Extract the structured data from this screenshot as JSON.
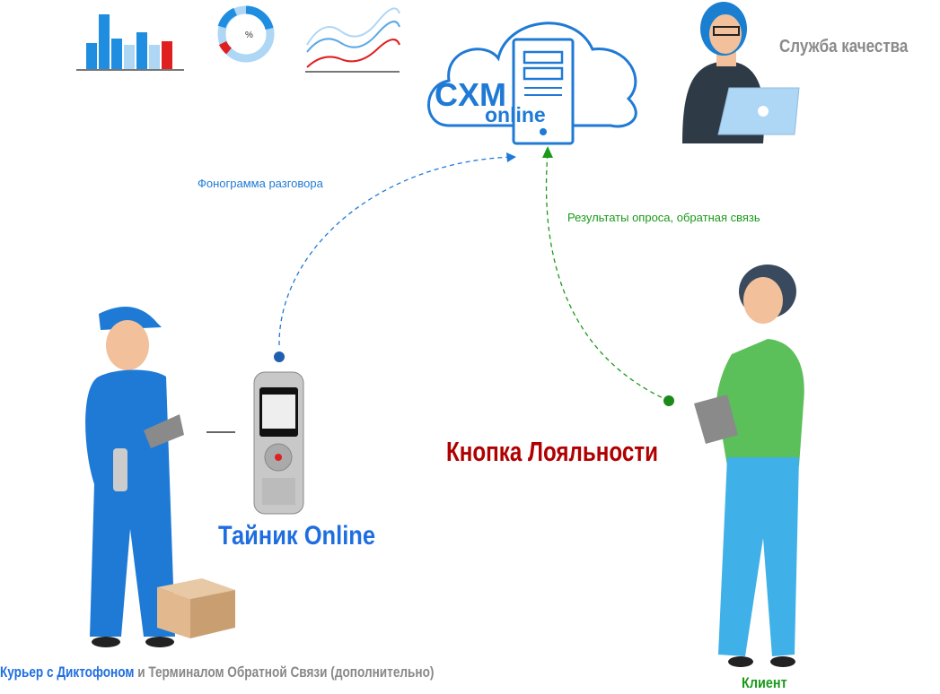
{
  "cloud": {
    "brand_top": "CXM",
    "brand_bottom": "online"
  },
  "labels": {
    "quality_service": "Служба качества",
    "recording_flow": "Фонограмма разговора",
    "feedback_flow": "Результаты опроса, обратная связь",
    "recorder_product": "Тайник Online",
    "loyalty_button": "Кнопка Лояльности",
    "client": "Клиент",
    "courier_highlight": "Курьер с Диктофоном",
    "courier_rest": " и Терминалом Обратной Связи (дополнительно)"
  },
  "donut_label": "%",
  "colors": {
    "blue": "#1f7ad6",
    "green": "#1a9a1a",
    "red": "#b00000",
    "gray": "#888888"
  }
}
